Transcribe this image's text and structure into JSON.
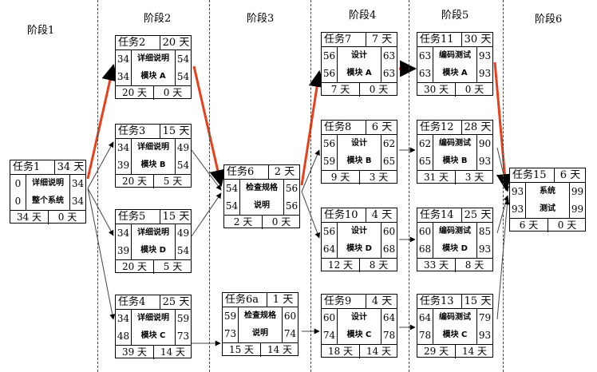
{
  "phases": [
    "阶段1",
    "阶段2",
    "阶段3",
    "阶段4",
    "阶段5",
    "阶段6"
  ],
  "tasks": [
    {
      "name": "任务1",
      "dur": "34 天",
      "l1": "0",
      "l2": "0",
      "r1": "34",
      "r2": "34",
      "t1": "详细说明",
      "t2": "整个系统",
      "f1": "34 天",
      "f2": "0 天"
    },
    {
      "name": "任务2",
      "dur": "20 天",
      "l1": "34",
      "l2": "34",
      "r1": "54",
      "r2": "54",
      "t1": "详细说明",
      "t2": "模块 A",
      "f1": "20 天",
      "f2": "0 天"
    },
    {
      "name": "任务3",
      "dur": "15 天",
      "l1": "34",
      "l2": "39",
      "r1": "49",
      "r2": "54",
      "t1": "详细说明",
      "t2": "模块 B",
      "f1": "20 天",
      "f2": "5 天"
    },
    {
      "name": "任务5",
      "dur": "15 天",
      "l1": "34",
      "l2": "39",
      "r1": "49",
      "r2": "54",
      "t1": "详细说明",
      "t2": "模块 D",
      "f1": "20 天",
      "f2": "5 天"
    },
    {
      "name": "任务4",
      "dur": "25 天",
      "l1": "34",
      "l2": "48",
      "r1": "59",
      "r2": "73",
      "t1": "详细说明",
      "t2": "模块 C",
      "f1": "39 天",
      "f2": "14 天"
    },
    {
      "name": "任务6",
      "dur": "2 天",
      "l1": "54",
      "l2": "54",
      "r1": "56",
      "r2": "56",
      "t1": "检查规格",
      "t2": "说明",
      "f1": "2 天",
      "f2": "0 天"
    },
    {
      "name": "任务6a",
      "dur": "1 天",
      "l1": "59",
      "l2": "73",
      "r1": "60",
      "r2": "74",
      "t1": "检查规格",
      "t2": "说明",
      "f1": "15 天",
      "f2": "14 天"
    },
    {
      "name": "任务7",
      "dur": "7 天",
      "l1": "56",
      "l2": "56",
      "r1": "63",
      "r2": "63",
      "t1": "设计",
      "t2": "模块 A",
      "f1": "7 天",
      "f2": "0 天"
    },
    {
      "name": "任务8",
      "dur": "6 天",
      "l1": "56",
      "l2": "59",
      "r1": "62",
      "r2": "65",
      "t1": "设计",
      "t2": "模块 B",
      "f1": "9 天",
      "f2": "3 天"
    },
    {
      "name": "任务10",
      "dur": "4 天",
      "l1": "56",
      "l2": "64",
      "r1": "60",
      "r2": "68",
      "t1": "设计",
      "t2": "模块 D",
      "f1": "12 天",
      "f2": "8 天"
    },
    {
      "name": "任务9",
      "dur": "4 天",
      "l1": "60",
      "l2": "74",
      "r1": "64",
      "r2": "78",
      "t1": "设计",
      "t2": "模块 C",
      "f1": "18 天",
      "f2": "14 天"
    },
    {
      "name": "任务11",
      "dur": "30 天",
      "l1": "63",
      "l2": "63",
      "r1": "93",
      "r2": "93",
      "t1": "编码测试",
      "t2": "模块 A",
      "f1": "30 天",
      "f2": "0 天"
    },
    {
      "name": "任务12",
      "dur": "28 天",
      "l1": "62",
      "l2": "65",
      "r1": "90",
      "r2": "93",
      "t1": "编码测试",
      "t2": "模块 B",
      "f1": "31 天",
      "f2": "3 天"
    },
    {
      "name": "任务14",
      "dur": "25 天",
      "l1": "60",
      "l2": "68",
      "r1": "85",
      "r2": "93",
      "t1": "编码测试",
      "t2": "模块 D",
      "f1": "33 天",
      "f2": "8 天"
    },
    {
      "name": "任务13",
      "dur": "15 天",
      "l1": "64",
      "l2": "78",
      "r1": "79",
      "r2": "93",
      "t1": "编码测试",
      "t2": "模块 C",
      "f1": "29 天",
      "f2": "14 天"
    },
    {
      "name": "任务15",
      "dur": "6 天",
      "l1": "93",
      "l2": "93",
      "r1": "99",
      "r2": "99",
      "t1": "系统",
      "t2": "测试",
      "f1": "6 天",
      "f2": "0 天"
    }
  ],
  "colors": {
    "critical_path": "#e8401c",
    "arrow": "#333333",
    "border": "#000000"
  }
}
